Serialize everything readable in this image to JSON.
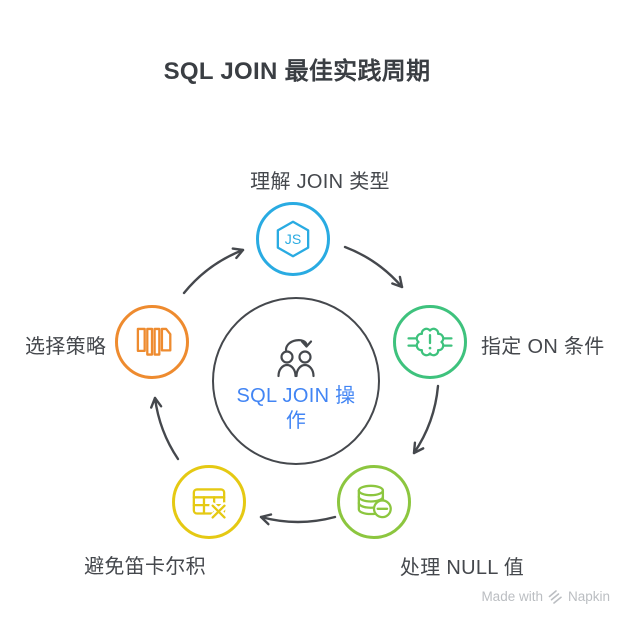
{
  "title": "SQL JOIN 最佳实践周期",
  "center": {
    "label": "SQL JOIN 操作",
    "icon": "people-sync-icon",
    "text_color": "#4285f4",
    "ring_color": "#45484d"
  },
  "nodes": [
    {
      "id": "understand-join-types",
      "label": "理解 JOIN 类型",
      "color": "#29abe2",
      "icon": "hexagon-js-icon",
      "icon_text": "JS",
      "position": "top"
    },
    {
      "id": "specify-on-condition",
      "label": "指定 ON 条件",
      "color": "#3ec27d",
      "icon": "connector-alert-icon",
      "position": "right"
    },
    {
      "id": "handle-null-values",
      "label": "处理 NULL 值",
      "color": "#8cc63f",
      "icon": "database-minus-icon",
      "position": "bottom-right"
    },
    {
      "id": "avoid-cartesian-product",
      "label": "避免笛卡尔积",
      "color": "#e5c913",
      "icon": "table-x-icon",
      "position": "bottom-left"
    },
    {
      "id": "choose-strategy",
      "label": "选择策略",
      "color": "#ee8b2f",
      "icon": "books-icon",
      "position": "left"
    }
  ],
  "arrows": {
    "color": "#45484d",
    "direction": "clockwise",
    "count": 5
  },
  "footer": {
    "made_with": "Made with",
    "brand": "Napkin",
    "logo": "napkin-logo-icon",
    "color": "#bbbec2"
  }
}
